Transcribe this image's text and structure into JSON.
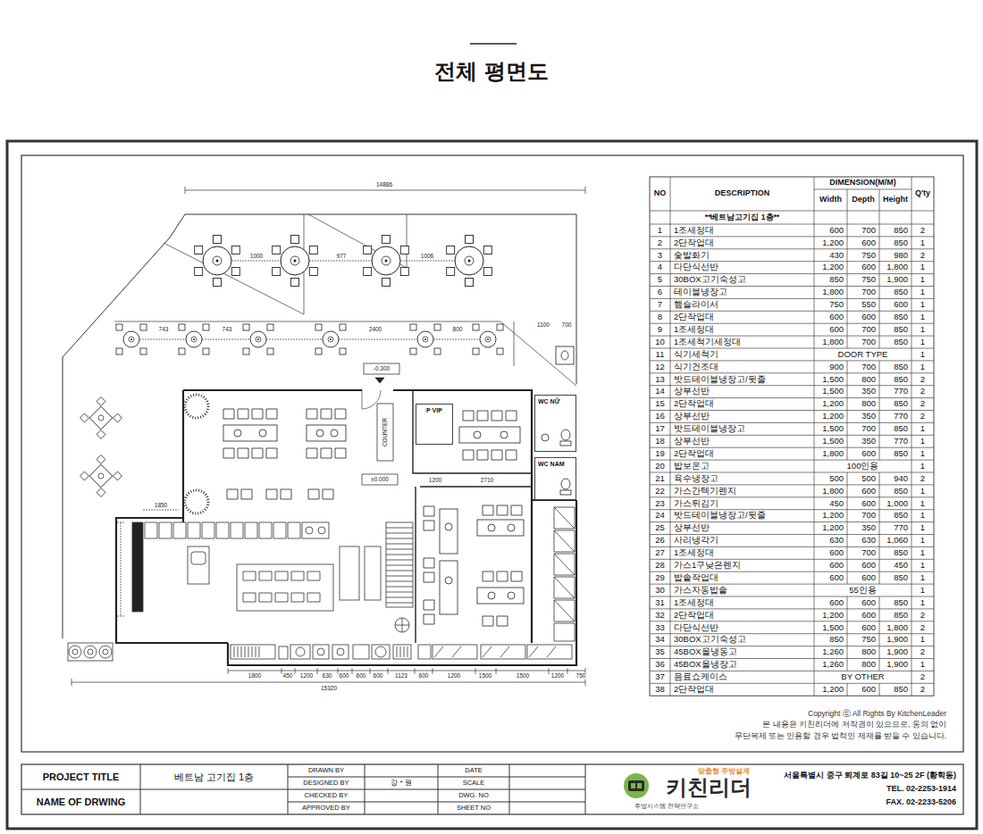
{
  "diagram": {
    "title": "전체 평면도",
    "nodes": [
      {
        "text": [
          "P VIP"
        ]
      },
      {
        "text": [
          "WC NỮ"
        ]
      },
      {
        "text": [
          "WC NAM"
        ]
      }
    ],
    "labels": [
      "NO",
      "DESCRIPTION",
      "DIMENSION(M/M)",
      "Width",
      "Depth",
      "Height",
      "Q'ty",
      "**베트남고기집 1층**",
      "1",
      "1조세정대",
      "600",
      "700",
      "850",
      "2",
      "2",
      "2단작업대",
      "1,200",
      "600",
      "850",
      "1",
      "3",
      "숯발화기",
      "430",
      "750",
      "980",
      "2",
      "4",
      "다단식선반",
      "1,200",
      "600",
      "1,800",
      "1",
      "5",
      "30BOX고기숙성고",
      "850",
      "750",
      "1,900",
      "1",
      "6",
      "테이블냉장고",
      "1,800",
      "700",
      "850",
      "1",
      "7",
      "햄슬라이서",
      "750",
      "550",
      "600",
      "1",
      "8",
      "2단작업대",
      "600",
      "600",
      "850",
      "1",
      "9",
      "1조세정대",
      "600",
      "700",
      "850",
      "1",
      "10",
      "1조세척기세정대",
      "1,800",
      "700",
      "850",
      "1",
      "11",
      "식기세척기",
      "DOOR TYPE",
      "1",
      "12",
      "식기건조대",
      "900",
      "700",
      "850",
      "1",
      "13",
      "밧드테이블냉장고/뒷줄",
      "1,500",
      "800",
      "850",
      "2",
      "14",
      "상부선반",
      "1,500",
      "350",
      "770",
      "2",
      "15",
      "2단작업대",
      "1,200",
      "800",
      "850",
      "2",
      "16",
      "상부선반",
      "1,200",
      "350",
      "770",
      "2",
      "17",
      "밧드테이블냉장고",
      "1,500",
      "700",
      "850",
      "1",
      "18",
      "상부선반",
      "1,500",
      "350",
      "770",
      "1",
      "19",
      "2단작업대",
      "1,800",
      "600",
      "850",
      "1",
      "20",
      "밥보온고",
      "100인용",
      "1",
      "21",
      "육수냉장고",
      "500",
      "500",
      "940",
      "2",
      "22",
      "가스간텍기렌지",
      "1,800",
      "600",
      "850",
      "1",
      "23",
      "가스튀김기",
      "450",
      "600",
      "1,000",
      "1",
      "24",
      "밧드테이블냉장고/뒷줄",
      "1,200",
      "700",
      "850",
      "1",
      "25",
      "상부선반",
      "1,200",
      "350",
      "770",
      "1",
      "26",
      "사리냉각기",
      "630",
      "630",
      "1,060",
      "1",
      "27",
      "1조세정대",
      "600",
      "700",
      "850",
      "1",
      "28",
      "가스1구낮은렌지",
      "600",
      "600",
      "450",
      "1",
      "29",
      "밥솥작업대",
      "600",
      "600",
      "850",
      "1",
      "30",
      "가스자동밥솥",
      "55인용",
      "1",
      "31",
      "1조세정대",
      "600",
      "600",
      "850",
      "1",
      "32",
      "2단작업대",
      "1,200",
      "600",
      "850",
      "2",
      "33",
      "다단식선반",
      "1,500",
      "600",
      "1,800",
      "2",
      "34",
      "30BOX고기숙성고",
      "850",
      "750",
      "1,900",
      "1",
      "35",
      "45BOX올냉동고",
      "1,260",
      "800",
      "1,900",
      "2",
      "36",
      "45BOX올냉장고",
      "1,260",
      "800",
      "1,900",
      "1",
      "37",
      "음료쇼케이스",
      "BY OTHER",
      "2",
      "38",
      "2단작업대",
      "1,200",
      "600",
      "850",
      "2",
      "Copyright ⓒ All Rights By KitchenLeader",
      "본 내용은 키친리더에 저작권이 있으므로, 동의 없이",
      "무단복제 또는 인용할 경우 법적인 제재를 받을 수 있습니다.",
      "PROJECT TITLE",
      "베트남 고기집 1층",
      "NAME OF DRWING",
      "DRAWN BY",
      "DESIGNED BY",
      "CHECKED BY",
      "APPROVED BY",
      "강 * 원",
      "DATE",
      "SCALE",
      "DWG. NO",
      "SHEET NO",
      "맞춤형 주방설계",
      "키친리더",
      "주방시스템 전략연구소",
      "서울특별시 중구 퇴계로 83길 10~25 2F (황학동)",
      "TEL. 02-2253-1914",
      "FAX. 02-2233-5206",
      "14886",
      "15320",
      "1800",
      "450",
      "1200",
      "630",
      "600",
      "600",
      "600",
      "1123",
      "600",
      "1200",
      "1500",
      "1500",
      "1200",
      "750",
      "1000",
      "977",
      "1006",
      "743",
      "743",
      "2400",
      "800",
      "1100",
      "700",
      "-0.300",
      "±0.000",
      "1200",
      "2710",
      "COUNTER",
      "1850"
    ]
  }
}
